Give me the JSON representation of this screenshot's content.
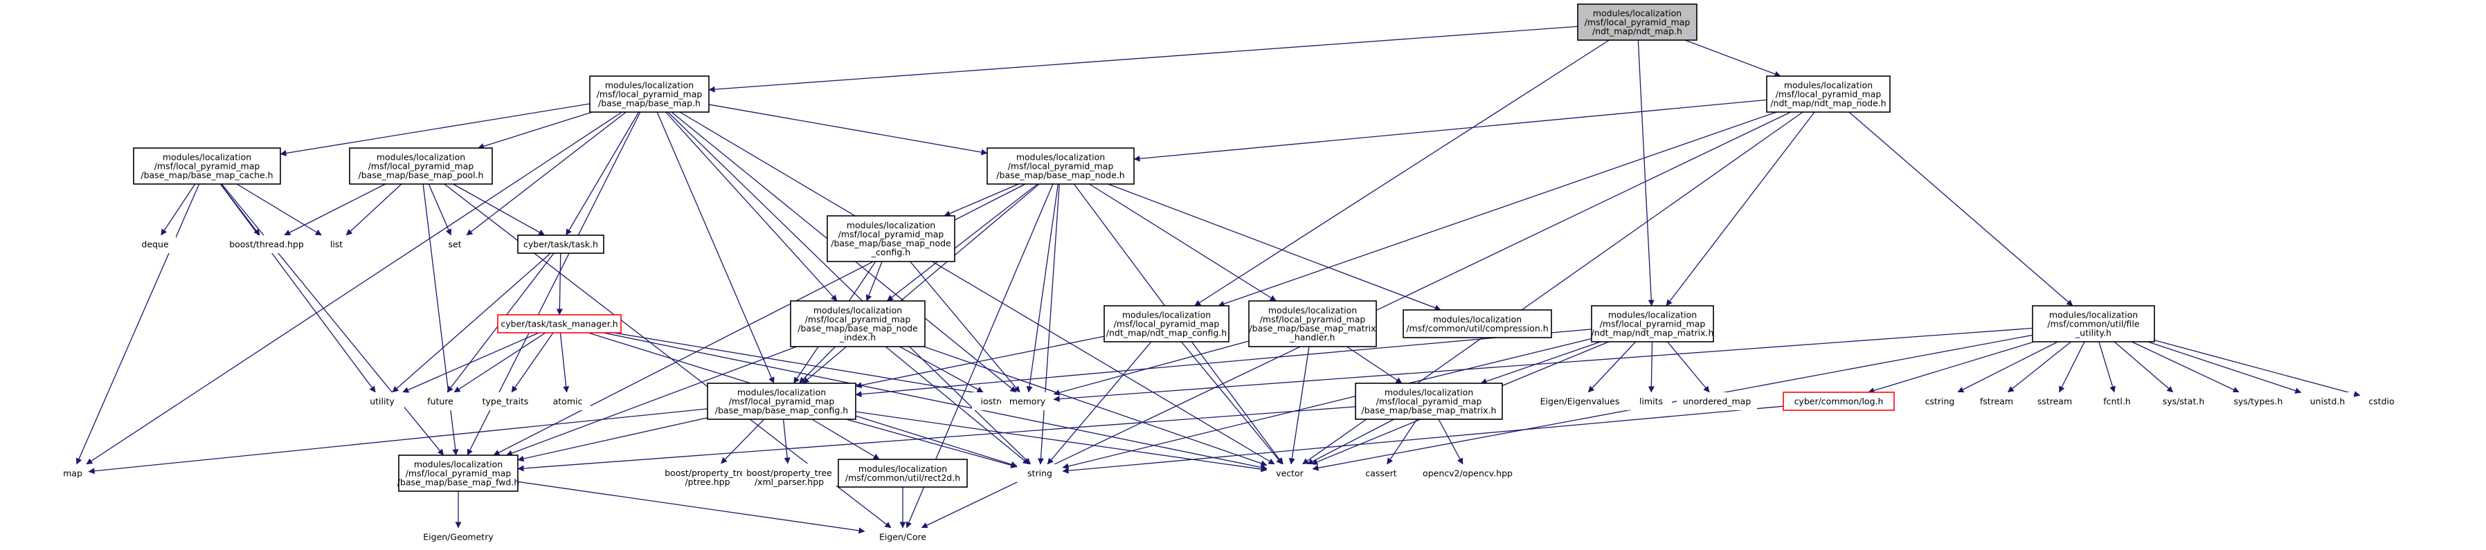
{
  "graph": {
    "colors": {
      "edge": "#191970",
      "root_fill": "#bfbfbf",
      "node_border": "#000000",
      "external_text": "#3c3c3c",
      "missing_border": "#ff0000"
    },
    "nodes": {
      "root": [
        "modules/localization",
        "/msf/local_pyramid_map",
        "/ndt_map/ndt_map.h"
      ],
      "base_map_h": [
        "modules/localization",
        "/msf/local_pyramid_map",
        "/base_map/base_map.h"
      ],
      "ndt_map_node_h": [
        "modules/localization",
        "/msf/local_pyramid_map",
        "/ndt_map/ndt_map_node.h"
      ],
      "base_map_cache_h": [
        "modules/localization",
        "/msf/local_pyramid_map",
        "/base_map/base_map_cache.h"
      ],
      "base_map_pool_h": [
        "modules/localization",
        "/msf/local_pyramid_map",
        "/base_map/base_map_pool.h"
      ],
      "base_map_node_h": [
        "modules/localization",
        "/msf/local_pyramid_map",
        "/base_map/base_map_node.h"
      ],
      "base_map_node_config_h": [
        "modules/localization",
        "/msf/local_pyramid_map",
        "/base_map/base_map_node",
        "_config.h"
      ],
      "cyber_task_h": [
        "cyber/task/task.h"
      ],
      "task_manager_h": [
        "cyber/task/task_manager.h"
      ],
      "base_map_node_index_h": [
        "modules/localization",
        "/msf/local_pyramid_map",
        "/base_map/base_map_node",
        "_index.h"
      ],
      "ndt_map_config_h": [
        "modules/localization",
        "/msf/local_pyramid_map",
        "/ndt_map/ndt_map_config.h"
      ],
      "base_map_matrix_handler_h": [
        "modules/localization",
        "/msf/local_pyramid_map",
        "/base_map/base_map_matrix",
        "_handler.h"
      ],
      "compression_h": [
        "modules/localization",
        "/msf/common/util/compression.h"
      ],
      "ndt_map_matrix_h": [
        "modules/localization",
        "/msf/local_pyramid_map",
        "/ndt_map/ndt_map_matrix.h"
      ],
      "file_utility_h": [
        "modules/localization",
        "/msf/common/util/file",
        "_utility.h"
      ],
      "base_map_config_h": [
        "modules/localization",
        "/msf/local_pyramid_map",
        "/base_map/base_map_config.h"
      ],
      "base_map_matrix_h": [
        "modules/localization",
        "/msf/local_pyramid_map",
        "/base_map/base_map_matrix.h"
      ],
      "base_map_fwd_h": [
        "modules/localization",
        "/msf/local_pyramid_map",
        "/base_map/base_map_fwd.h"
      ],
      "rect2d_h": [
        "modules/localization",
        "/msf/common/util/rect2d.h"
      ],
      "log_h": [
        "cyber/common/log.h"
      ],
      "deque": [
        "deque"
      ],
      "boost_thread": [
        "boost/thread.hpp"
      ],
      "list": [
        "list"
      ],
      "set": [
        "set"
      ],
      "utility": [
        "utility"
      ],
      "future": [
        "future"
      ],
      "type_traits": [
        "type_traits"
      ],
      "atomic": [
        "atomic"
      ],
      "iostream": [
        "iostream"
      ],
      "memory": [
        "memory"
      ],
      "map": [
        "map"
      ],
      "string": [
        "string"
      ],
      "vector": [
        "vector"
      ],
      "eigen_core": [
        "Eigen/Core"
      ],
      "eigen_geometry": [
        "Eigen/Geometry"
      ],
      "boost_ptree": [
        "boost/property_tree",
        "/ptree.hpp"
      ],
      "boost_xml_parser": [
        "boost/property_tree",
        "/xml_parser.hpp"
      ],
      "eigen_eigenvalues": [
        "Eigen/Eigenvalues"
      ],
      "limits": [
        "limits"
      ],
      "unordered_map": [
        "unordered_map"
      ],
      "cassert": [
        "cassert"
      ],
      "opencv": [
        "opencv2/opencv.hpp"
      ],
      "cstring": [
        "cstring"
      ],
      "fstream": [
        "fstream"
      ],
      "sstream": [
        "sstream"
      ],
      "fcntl_h": [
        "fcntl.h"
      ],
      "sys_stat_h": [
        "sys/stat.h"
      ],
      "sys_types_h": [
        "sys/types.h"
      ],
      "unistd_h": [
        "unistd.h"
      ],
      "cstdio": [
        "cstdio"
      ]
    }
  }
}
